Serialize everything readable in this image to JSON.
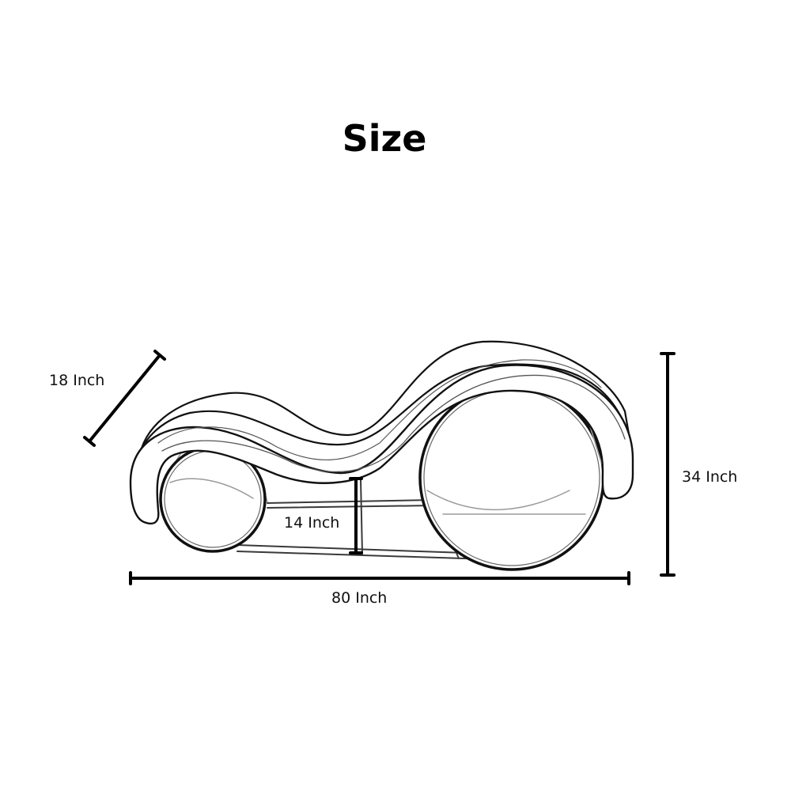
{
  "title": "Size",
  "dimensions": {
    "depth": "18 Inch",
    "height": "34 Inch",
    "seat_height": "14 Inch",
    "length": "80 Inch"
  },
  "colors": {
    "line": "#000000",
    "upholstery": "#ffffff",
    "frame": "#3a3a3a",
    "frame_faint": "#9a9a9a"
  }
}
